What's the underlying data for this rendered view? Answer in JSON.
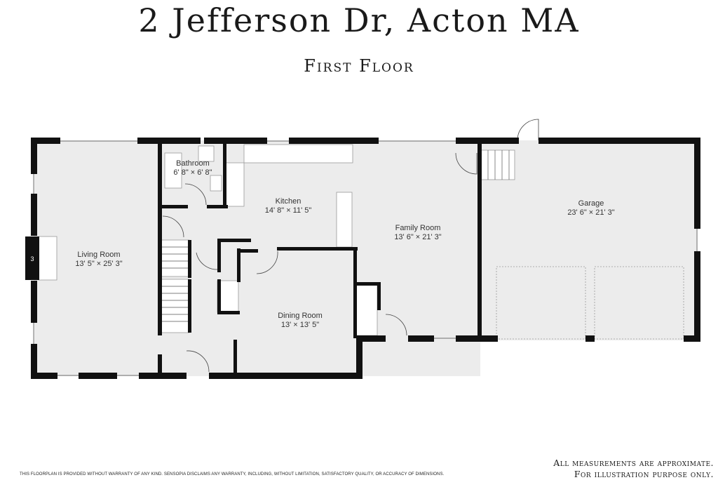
{
  "header": {
    "title": "2 Jefferson Dr, Acton MA",
    "subtitle": "First Floor"
  },
  "rooms": [
    {
      "name": "Living Room",
      "dimensions": "13' 5\" × 25' 3\""
    },
    {
      "name": "Bathroom",
      "dimensions": "6' 8\" × 6' 8\""
    },
    {
      "name": "Kitchen",
      "dimensions": "14' 8\" × 11' 5\""
    },
    {
      "name": "Family Room",
      "dimensions": "13' 6\" × 21' 3\""
    },
    {
      "name": "Dining Room",
      "dimensions": "13' × 13' 5\""
    },
    {
      "name": "Garage",
      "dimensions": "23' 6\" × 21' 3\""
    }
  ],
  "footer": {
    "disclaimer": "THIS FLOORPLAN IS PROVIDED WITHOUT WARRANTY OF ANY KIND. SENSOPIA DISCLAIMS ANY WARRANTY, INCLUDING, WITHOUT LIMITATION, SATISFACTORY QUALITY, OR ACCURACY OF DIMENSIONS.",
    "approx_line1": "All measurements are approximate.",
    "approx_line2": "For illustration purpose only."
  },
  "colors": {
    "wall": "#111111",
    "floor": "#ececec",
    "fixture": "#ffffff",
    "label": "#333333"
  }
}
